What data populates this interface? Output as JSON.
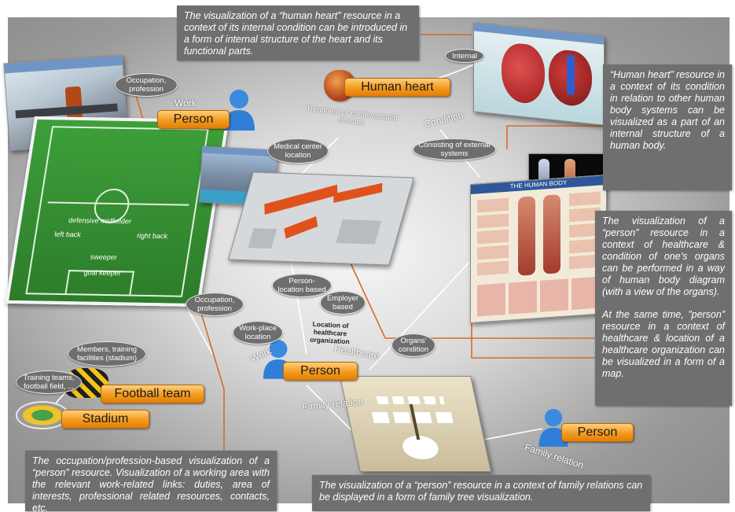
{
  "callouts": {
    "top": "The visualization of a “human heart” resource in a context of its internal condition can be introduced in a form of internal structure of the heart and its functional parts.",
    "right_top": "“Human heart” resource in a context of its condition in relation to other human body systems can be visualized as a part of an internal structure of a human body.",
    "right_bottom_1": "The visualization of a “person” resource in a context of healthcare & condition of one’s organs can be performed in a way of human body diagram (with a view of the organs).",
    "right_bottom_2": "At the same time, ”person” resource in a context of healthcare & location of a healthcare organization can be visualized in a form of a map.",
    "bottom_left": "The occupation/profession-based visualization of a “person” resource. Visualization of a working area with the relevant work-related links: duties, area of interests, professional related resources, contacts, etc.",
    "bottom_center": "The visualization of a “person” resource in a context of family relations can be displayed in a form of family tree visualization."
  },
  "nodes": {
    "human_heart": "Human heart",
    "person_top": "Person",
    "person_center": "Person",
    "person_right": "Person",
    "football_team": "Football team",
    "stadium": "Stadium"
  },
  "bubbles": {
    "occupation_top": "Occupation, profession",
    "internal": "Internal",
    "medical_center": "Medical center location",
    "consisting": "Consisting of external systems",
    "person_location": "Person-location based",
    "employer": "Employer based",
    "occupation_mid": "Occupation, profession",
    "members": "Members, training facilities (stadium)",
    "workplace": "Work-place location",
    "organs": "Organs' condition",
    "training": "Training teams, football field, ..."
  },
  "edge_labels": {
    "work_top": "Work",
    "treatment": "Treatment of cardiovascular disease",
    "condition": "Condition",
    "location_org": "Location of healthcare organization",
    "healthcare": "Healthcare",
    "work_center": "Work",
    "family_relation_left": "Family relation",
    "family_relation_right": "Family relation"
  },
  "screens": {
    "body_title": "THE HUMAN BODY",
    "football_positions": [
      "defensive midfielder",
      "left back",
      "right back",
      "sweeper",
      "goal keeper"
    ]
  },
  "colors": {
    "callout_bg": "#6f6f6f",
    "badge_orange": "#f39a1e",
    "connector": "#d86a2a",
    "avatar_blue": "#2f7fd9"
  }
}
